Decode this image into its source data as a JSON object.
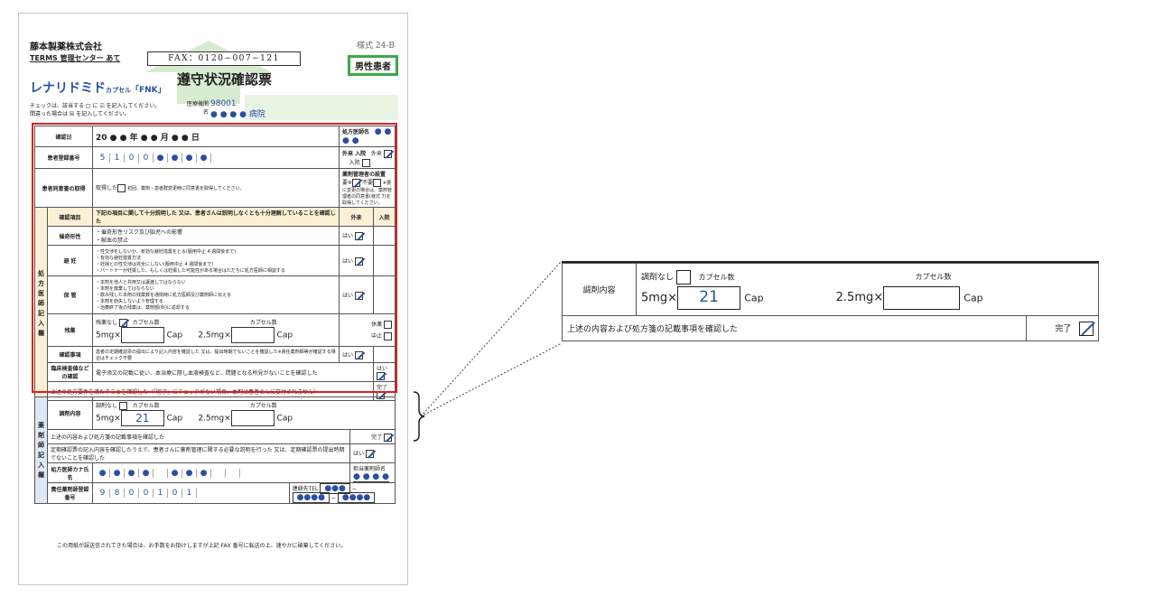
{
  "header": {
    "company": "藤本製薬株式会社",
    "destination": "TERMS 管理センター あて",
    "form_no": "様式 24-B",
    "fax": "FAX：0120−007−121",
    "title": "遵守状況確認票",
    "gender_badge": "男性患者",
    "brand": "レナリドミド",
    "brand_sub": "カプセル",
    "brand_code": "「FNK」",
    "instruction_1": "チェックは、該当する □ に ☑ を記入してください。",
    "instruction_2": "間違った場合は ☒ を記入してください。",
    "institution_label": "医療機関名",
    "institution_code": "98001",
    "institution_name": "● ● ● ● 病院"
  },
  "colors": {
    "accent_blue": "#2a4fa2",
    "red_frame": "#e02020",
    "green_badge": "#3aaa48"
  },
  "physician_section": {
    "sidebar": "処方医師記入欄",
    "confirm_date_label": "確認日",
    "confirm_date_value": "20 ● ● 年 ● ● 月 ● ● 日",
    "doctor_name_label": "処方医師名",
    "doctor_name_value": "● ●  ● ●",
    "patient_reg_label": "患者登録番号",
    "patient_reg_digits": [
      "5",
      "1",
      "0",
      "0",
      "●",
      "●",
      "●",
      "●"
    ],
    "outpatient_inpatient_label": "外来 入院",
    "outpatient_label": "外来",
    "inpatient_label": "入院",
    "consent_label": "患者同意書の取得",
    "consent_obtained": "取得した",
    "consent_note": "初回、薬剤・患者群変更時に同意書を取得してください。",
    "drug_manager_label": "薬剤管理者の設置",
    "required": "要※",
    "not_required": "不要",
    "drug_manager_note": "※要に変更の場合は、薬剤管理者の同意書(様式 7)を取得してください。",
    "table_header_item": "確認項目",
    "table_header_desc": "下記の項目に関して十分説明した 又は、患者さんは説明しなくとも十分理解していることを確認した",
    "table_header_out": "外来",
    "table_header_in": "入院",
    "rows": [
      {
        "item": "催奇形性",
        "desc": "・催奇形性リスク及び胎児への影響\n・献血の禁止",
        "answer": "はい"
      },
      {
        "item": "避 妊",
        "desc": "・性交渉をしないか、有効な避妊措置をとる(服用中止 4 週間後まで)\n・有効な避妊措置方法\n・妊婦との性交渉は完全にしない(服用中止 4 週間後まで)\n・パートナーが妊娠した、もしくは妊娠した可能性がある場合はただちに処方医師に相談する",
        "answer": "はい"
      },
      {
        "item": "保 管",
        "desc": "・本剤を他人と共用又は譲渡してはならない\n・本剤を廃棄してはならない\n・飲み残した本剤の残薬数を通院時に処方医師及び薬剤師に伝える\n・本剤を紛失しないよう管理する\n・治療終了後の残薬は、薬剤部(科)に返却する",
        "answer": "はい"
      }
    ],
    "leftover_label": "残薬",
    "leftover_none": "残薬なし",
    "capsule_count": "カプセル数",
    "dose_5": "5mg×",
    "dose_25": "2.5mg×",
    "cap_unit": "Cap",
    "rest_label": "休薬",
    "stop_label": "中止",
    "confirm_item_label": "確認事項",
    "confirm_item_desc": "患者の定期確認票の提出により記入内容を確認した 又は、提出時期でないことを確認した※責任薬剤師等が確認する場合はチェック不要",
    "confirm_item_answer": "はい",
    "lab_label": "臨床検査値などの確認",
    "lab_desc": "電子添文の記載に従い、本治療に際し血液検査など、問題となる所見がないことを確認した",
    "lab_answer": "はい",
    "final_desc": "上述の処方要件を満たすことを確認した（「完了」にチェックがない場合、本剤は患者さんに交付されません）",
    "final_answer": "完了"
  },
  "pharmacist_section": {
    "sidebar": "薬剤師記入欄",
    "dispense_label": "調剤内容",
    "dispense_none": "調剤なし",
    "capsule_count": "カプセル数",
    "dose_5": "5mg×",
    "dose_5_value": "21",
    "dose_25": "2.5mg×",
    "cap_unit": "Cap",
    "confirm_desc": "上述の内容および処方箋の記載事項を確認した",
    "confirm_answer": "完了",
    "periodic_desc": "定期確認票の記入内容を確認したうえで、患者さんに薬剤管理に関する必要な説明を行った 又は、定期確認票の提出時期でないことを確認した",
    "periodic_answer": "はい",
    "kana_label": "処方医師カナ氏名",
    "kana_value": [
      "●",
      "●",
      "●",
      "●",
      "",
      "●",
      "●",
      "●",
      "",
      "",
      "",
      "",
      ""
    ],
    "pharmacist_label": "担当薬剤師名",
    "pharmacist_value": "● ●  ● ●",
    "reg_label": "責任薬剤師登録番号",
    "reg_digits": [
      "9",
      "8",
      "0",
      "0",
      "1",
      "0",
      "1"
    ],
    "tel_label": "連絡先TEL",
    "tel_1": "●●●",
    "tel_2": "●●●●",
    "tel_3": "●●●●",
    "dash": "−"
  },
  "footer": "この用紙が誤送信されてきた場合は、お手数をお掛けしますが上記 FAX 番号に転送の上、速やかに破棄してください。",
  "zoom_callout": {
    "dispense_label": "調剤内容",
    "dispense_none": "調剤なし",
    "capsule_count": "カプセル数",
    "dose_5": "5mg×",
    "dose_5_value": "21",
    "dose_25": "2.5mg×",
    "cap_unit": "Cap",
    "confirm_desc": "上述の内容および処方箋の記載事項を確認した",
    "confirm_answer": "完了"
  }
}
